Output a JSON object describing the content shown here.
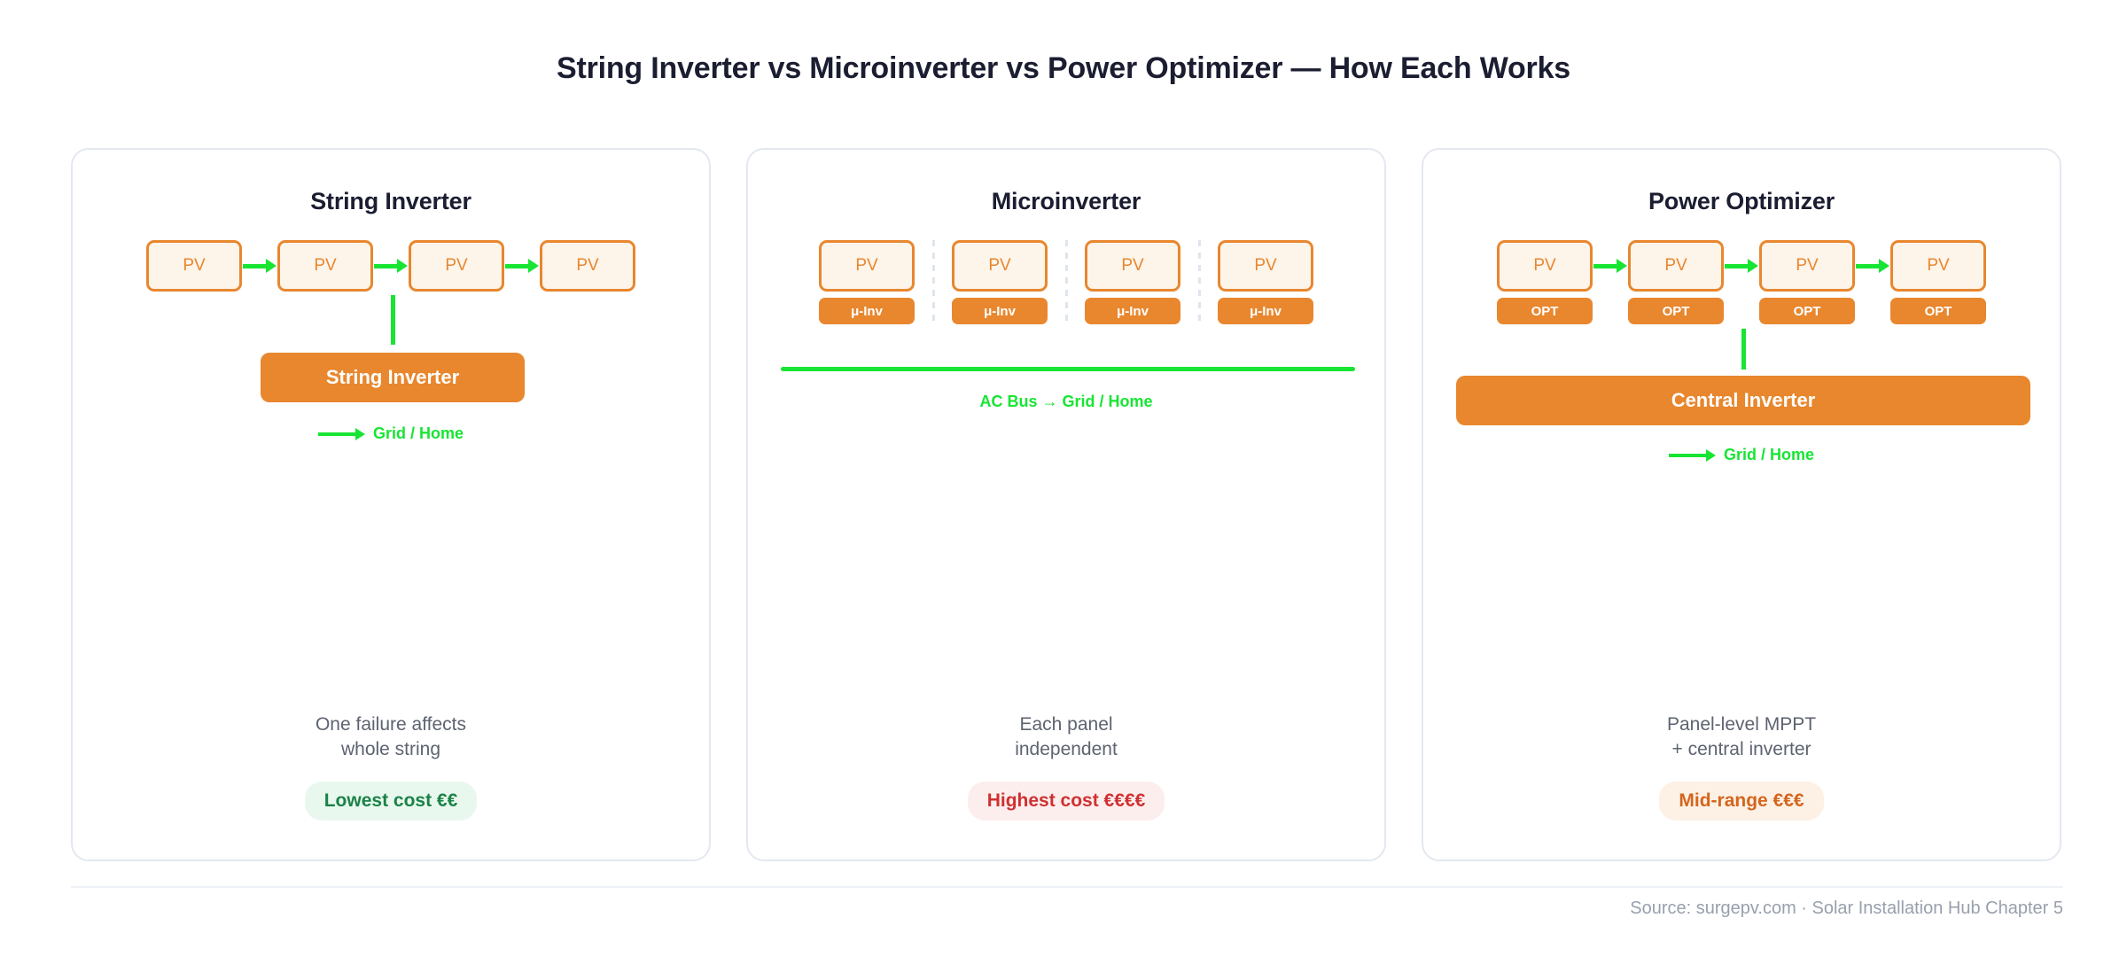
{
  "header": {
    "title": "String Inverter vs Microinverter vs Power Optimizer — How Each Works"
  },
  "colors": {
    "orange": "#E8872E",
    "panel_fill": "#FDF4EA",
    "green": "#18E533",
    "title": "#1B1D31",
    "card_border": "#E3E8F0",
    "badge_low_bg": "#E9F8EE",
    "badge_low_text": "#1A8247",
    "badge_high_bg": "#FDEEEE",
    "badge_high_text": "#CF3030",
    "badge_mid_bg": "#FDF1E6",
    "badge_mid_text": "#D4651D"
  },
  "cards": [
    {
      "title": "String Inverter",
      "panel_label": "PV",
      "panel_count": 4,
      "sub_label": null,
      "inverter_bar_label": "String Inverter",
      "bus_label": null,
      "grid_label": "Grid / Home",
      "note": "One failure affects\nwhole string",
      "badge": "Lowest cost €€",
      "badge_style": "low"
    },
    {
      "title": "Microinverter",
      "panel_label": "PV",
      "panel_count": 4,
      "sub_label": "μ-Inv",
      "inverter_bar_label": null,
      "bus_label": "AC Bus → Grid / Home",
      "grid_label": null,
      "note": "Each panel\nindependent",
      "badge": "Highest cost €€€€",
      "badge_style": "high"
    },
    {
      "title": "Power Optimizer",
      "panel_label": "PV",
      "panel_count": 4,
      "sub_label": "OPT",
      "inverter_bar_label": "Central Inverter",
      "bus_label": null,
      "grid_label": "Grid / Home",
      "note": "Panel-level MPPT\n+ central inverter",
      "badge": "Mid-range €€€",
      "badge_style": "mid"
    }
  ],
  "footer": {
    "source": "Source: surgepv.com · Solar Installation Hub Chapter 5"
  }
}
